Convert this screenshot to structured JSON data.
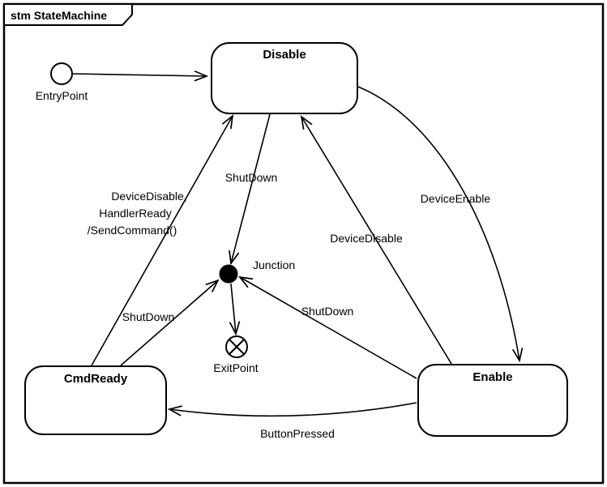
{
  "frame": {
    "title": "stm StateMachine"
  },
  "states": {
    "disable": {
      "label": "Disable"
    },
    "cmd_ready": {
      "label": "CmdReady"
    },
    "enable": {
      "label": "Enable"
    }
  },
  "nodes": {
    "entry_point": {
      "label": "EntryPoint"
    },
    "junction": {
      "label": "Junction"
    },
    "exit_point": {
      "label": "ExitPoint"
    }
  },
  "transitions": {
    "entry_to_disable": {
      "label": ""
    },
    "cmdready_to_disable": {
      "lines": [
        "DeviceDisable,",
        "HandlerReady",
        "/SendCommand()"
      ]
    },
    "disable_to_junction": {
      "label": "ShutDown"
    },
    "enable_to_disable": {
      "label": "DeviceDisable"
    },
    "disable_to_enable": {
      "label": "DeviceEnable"
    },
    "cmdready_to_junction": {
      "label": "ShutDown"
    },
    "enable_to_junction": {
      "label": "ShutDown"
    },
    "junction_to_exit": {
      "label": ""
    },
    "enable_to_cmdready": {
      "label": "ButtonPressed"
    }
  },
  "colors": {
    "stroke": "#000000",
    "state_fill": "#ffffff",
    "junction_fill": "#000000",
    "background": "#ffffff"
  }
}
